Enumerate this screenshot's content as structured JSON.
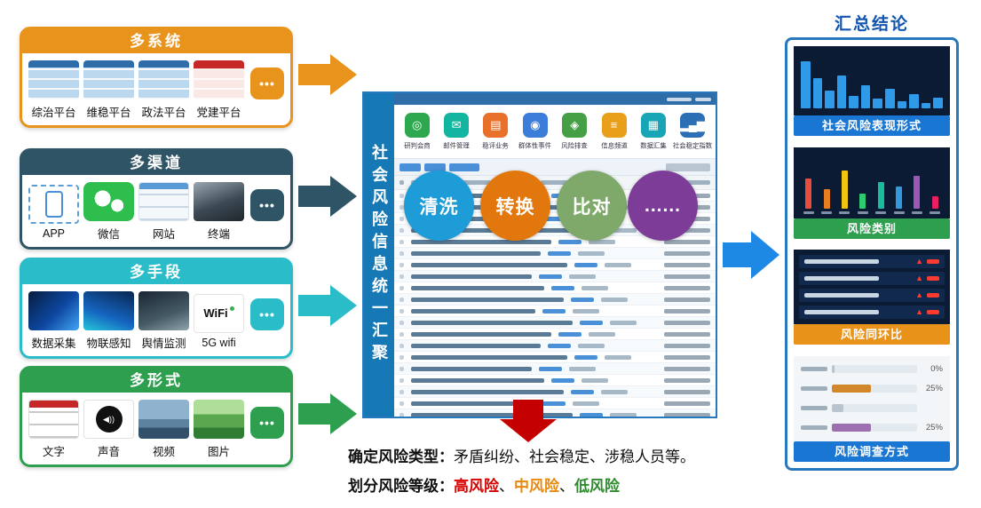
{
  "more_dots": "•••",
  "cards": [
    {
      "title": "多系统",
      "color": "#E8941C",
      "items": [
        "综治平台",
        "维稳平台",
        "政法平台",
        "党建平台"
      ]
    },
    {
      "title": "多渠道",
      "color": "#2F5466",
      "items": [
        "APP",
        "微信",
        "网站",
        "终端"
      ]
    },
    {
      "title": "多手段",
      "color": "#2ABDC9",
      "items": [
        "数据采集",
        "物联感知",
        "舆情监测",
        "5G wifi"
      ]
    },
    {
      "title": "多形式",
      "color": "#2E9E4F",
      "items": [
        "文字",
        "声音",
        "视频",
        "图片"
      ]
    }
  ],
  "wifi_logo": "WiFi",
  "speaker_glyph": "◀))",
  "center": {
    "vertical_title": "社会风险信息统一汇聚",
    "menu": [
      "研判会商",
      "邮件管理",
      "稳评业务",
      "群体性事件",
      "风险排查",
      "信息频道",
      "数据汇集",
      "社会稳定指数"
    ],
    "menu_icons": [
      {
        "glyph": "◎",
        "color": "#2EA84E"
      },
      {
        "glyph": "✉",
        "color": "#12B5A0"
      },
      {
        "glyph": "▤",
        "color": "#E8702A"
      },
      {
        "glyph": "◉",
        "color": "#3B7DD8"
      },
      {
        "glyph": "◈",
        "color": "#45A045"
      },
      {
        "glyph": "≡",
        "color": "#E8A01A"
      },
      {
        "glyph": "▦",
        "color": "#18A5B5"
      },
      {
        "glyph": "▂▄▆",
        "color": "#2D6FB5"
      }
    ],
    "table_row_count": 20,
    "bubbles": [
      {
        "label": "清洗",
        "color": "#1E9CD8"
      },
      {
        "label": "转换",
        "color": "#E2770D"
      },
      {
        "label": "比对",
        "color": "#7FA96B"
      },
      {
        "label": "......",
        "color": "#7D3C98"
      }
    ]
  },
  "arrows": {
    "summary_arrow_color": "#1E88E5",
    "down_arrow_color": "#C40000"
  },
  "conclusion": {
    "line1_label": "确定风险类型：",
    "line1_text": "矛盾纠纷、社会稳定、涉稳人员等。",
    "line2_label": "划分风险等级：",
    "separator": "、",
    "levels": [
      {
        "label": "高风险",
        "color": "#D90000"
      },
      {
        "label": "中风险",
        "color": "#E8880C"
      },
      {
        "label": "低风险",
        "color": "#2E8B2E"
      }
    ]
  },
  "summary": {
    "title": "汇总结论",
    "sections": [
      {
        "label": "社会风险表现形式",
        "label_bg": "#1976D2"
      },
      {
        "label": "风险类别",
        "label_bg": "#2E9E4F"
      },
      {
        "label": "风险同环比",
        "label_bg": "#E8921A"
      },
      {
        "label": "风险调查方式",
        "label_bg": "#1976D2"
      }
    ]
  },
  "chart_data": [
    {
      "type": "bar",
      "title": "社会风险表现形式",
      "background": "#0B1B33",
      "bar_color": "#2F9BE8",
      "values": [
        88,
        56,
        34,
        62,
        24,
        44,
        18,
        36,
        14,
        26,
        10,
        20
      ]
    },
    {
      "type": "bar",
      "title": "风险类别",
      "background": "#0B1B33",
      "values": [
        62,
        40,
        78,
        30,
        55,
        45,
        68,
        26
      ],
      "bar_colors": [
        "#E74C3C",
        "#E67E22",
        "#F1C40F",
        "#2ECC71",
        "#1ABC9C",
        "#3498DB",
        "#9B59B6",
        "#E91E63"
      ]
    },
    {
      "type": "table",
      "title": "风险同环比",
      "background": "#0B1B33",
      "rows": 4,
      "trend_glyph": "▲",
      "trend_color": "#FF3B30"
    },
    {
      "type": "hbar",
      "title": "风险调查方式",
      "background": "#F3F6F9",
      "rows": [
        {
          "pct": "0%",
          "value": 3,
          "color": "#B9C4CE"
        },
        {
          "pct": "25%",
          "value": 46,
          "color": "#D2882A"
        },
        {
          "pct": "",
          "value": 14,
          "color": "#B9C4CE"
        },
        {
          "pct": "25%",
          "value": 46,
          "color": "#9B6FB0"
        }
      ]
    }
  ]
}
